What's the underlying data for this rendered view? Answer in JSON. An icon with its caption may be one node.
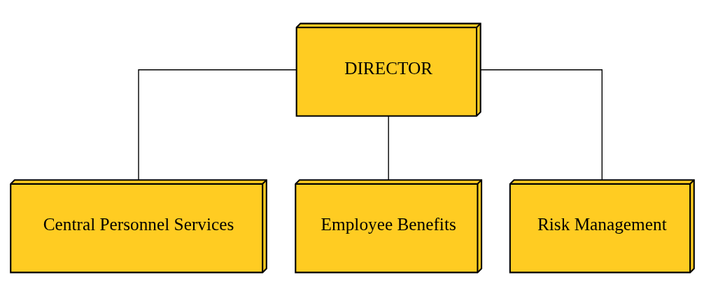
{
  "diagram": {
    "nodes": [
      {
        "text": [
          "DIRECTOR"
        ]
      },
      {
        "text": [
          "Central Personnel Services"
        ]
      },
      {
        "text": [
          "Employee Benefits"
        ]
      },
      {
        "text": [
          "Risk Management"
        ]
      }
    ],
    "edges": [
      {
        "from": 0,
        "to": 1,
        "arrow": "none"
      },
      {
        "from": 0,
        "to": 2,
        "arrow": "none"
      },
      {
        "from": 0,
        "to": 3,
        "arrow": "none"
      }
    ]
  }
}
